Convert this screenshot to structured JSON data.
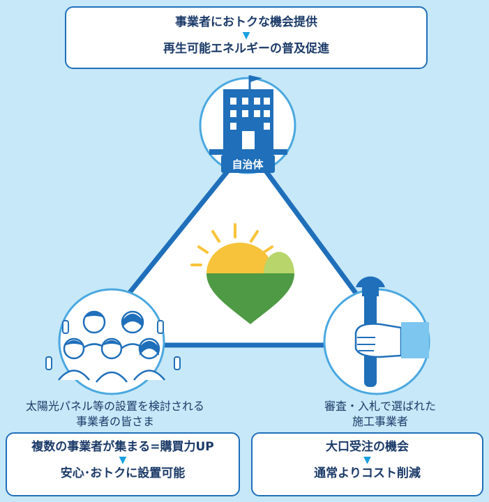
{
  "top_box": {
    "line1": "事業者におトクな機会提供",
    "arrow": "▼",
    "line2": "再生可能エネルギーの普及促進"
  },
  "city_label": "自治体",
  "left_label": {
    "line1": "太陽光パネル等の設置を検討される",
    "line2": "事業者の皆さま"
  },
  "right_label": {
    "line1": "審査・入札で選ばれた",
    "line2": "施工事業者"
  },
  "left_box": {
    "line1": "複数の事業者が集まる=購買力UP",
    "arrow": "▼",
    "line2": "安心･おトクに設置可能"
  },
  "right_box": {
    "line1": "大口受注の機会",
    "arrow": "▼",
    "line2": "通常よりコスト削減"
  },
  "colors": {
    "background": "#c7e8f8",
    "accent": "#1f6fba",
    "arrow": "#1aa0e0",
    "sun": "#f7c33a",
    "leaf": "#4f9a44"
  }
}
